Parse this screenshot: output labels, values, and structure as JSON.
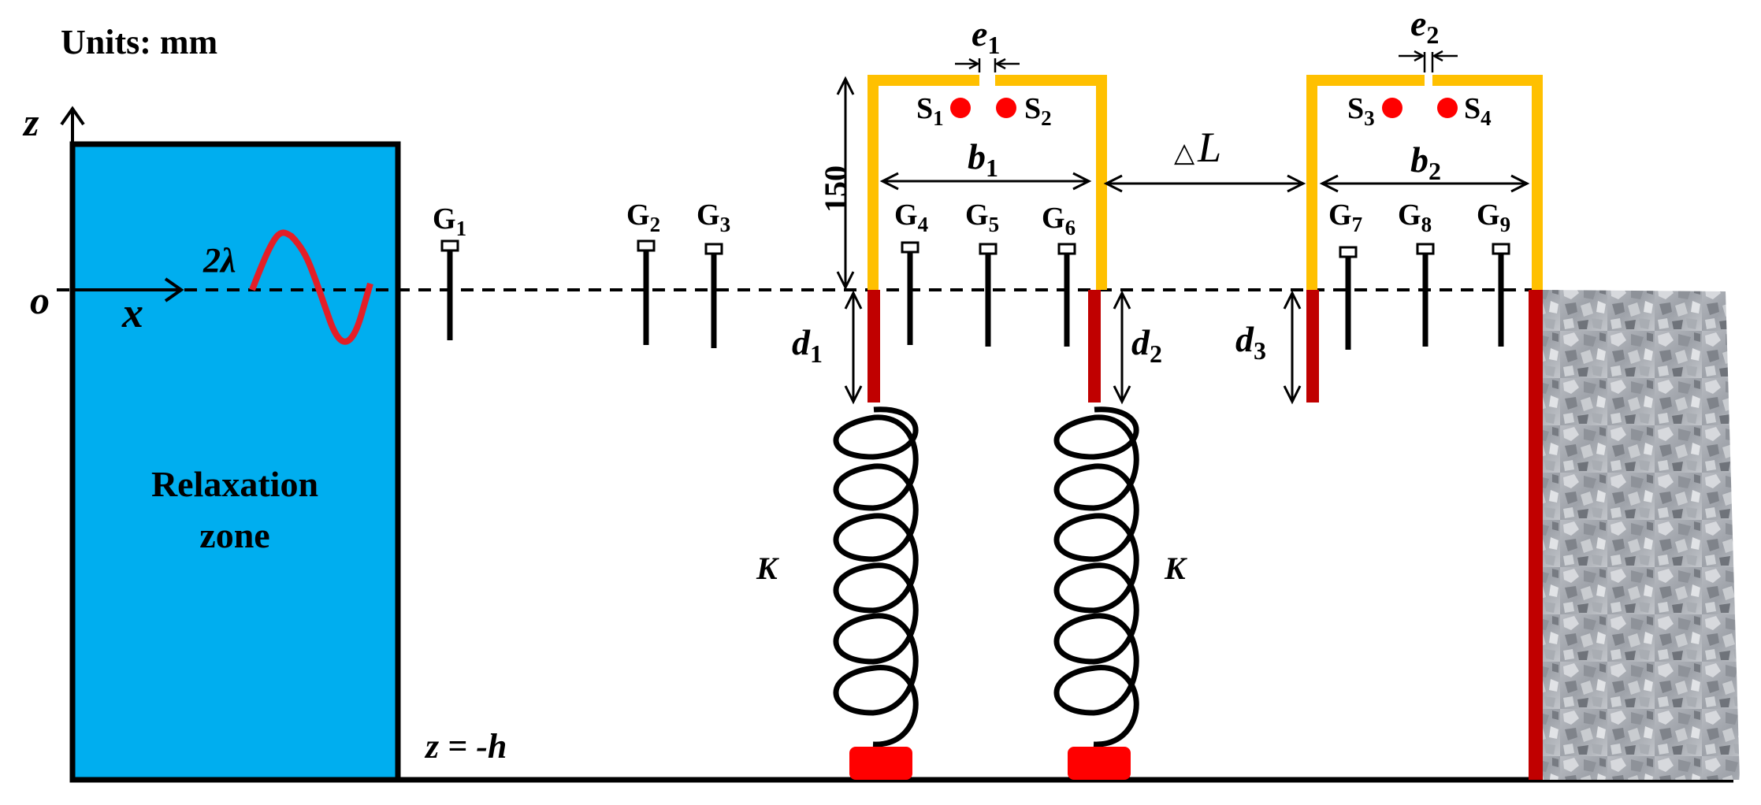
{
  "units_label": "Units:  mm",
  "axes": {
    "z_label": "z",
    "x_label": "x",
    "origin_label": "o",
    "bottom_label": "z = -h"
  },
  "wave_label": "2λ",
  "relaxation_zone": {
    "line1": "Relaxation",
    "line2": "zone"
  },
  "height_label": "150",
  "dims": {
    "e1": {
      "main": "e",
      "sub": "1"
    },
    "e2": {
      "main": "e",
      "sub": "2"
    },
    "b1": {
      "main": "b",
      "sub": "1"
    },
    "b2": {
      "main": "b",
      "sub": "2"
    },
    "d1": {
      "main": "d",
      "sub": "1"
    },
    "d2": {
      "main": "d",
      "sub": "2"
    },
    "d3": {
      "main": "d",
      "sub": "3"
    },
    "delta_l": {
      "tri": "△",
      "main": "L"
    }
  },
  "spring_label": "K",
  "gauges": [
    {
      "main": "G",
      "sub": "1"
    },
    {
      "main": "G",
      "sub": "2"
    },
    {
      "main": "G",
      "sub": "3"
    },
    {
      "main": "G",
      "sub": "4"
    },
    {
      "main": "G",
      "sub": "5"
    },
    {
      "main": "G",
      "sub": "6"
    },
    {
      "main": "G",
      "sub": "7"
    },
    {
      "main": "G",
      "sub": "8"
    },
    {
      "main": "G",
      "sub": "9"
    }
  ],
  "sensors": [
    {
      "main": "S",
      "sub": "1"
    },
    {
      "main": "S",
      "sub": "2"
    },
    {
      "main": "S",
      "sub": "3"
    },
    {
      "main": "S",
      "sub": "4"
    }
  ],
  "colors": {
    "relaxation_zone": "#00AEEF",
    "chamber_top": "#FFC000",
    "skirt": "#C00000",
    "sensor": "#FF0000",
    "wave": "#E41E26",
    "spring_base": "#FF0000"
  }
}
